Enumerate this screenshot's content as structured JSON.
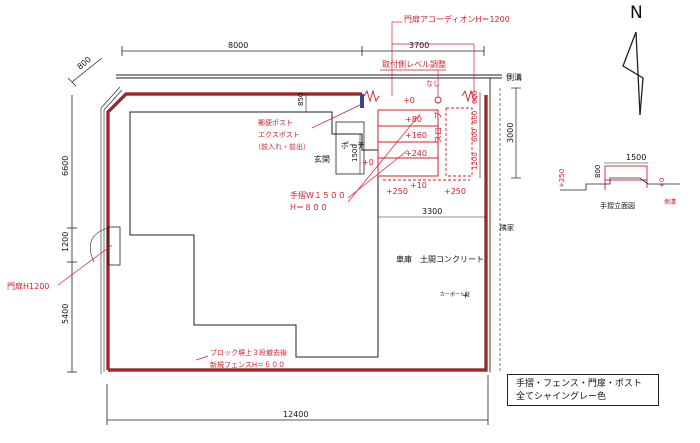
{
  "north": "N",
  "dims": {
    "top_left": "8000",
    "top_right": "3700",
    "corner": "800",
    "left_top": "6600",
    "left_mid": "1200",
    "left_bottom": "5400",
    "bottom": "12400",
    "d850": "850",
    "d1500": "1500",
    "d3300": "3300",
    "d3000": "3000",
    "s600a": "600",
    "s600b": "600",
    "s600c": "600",
    "s1200": "1200"
  },
  "labels": {
    "road": "側溝",
    "neighbor": "隣家",
    "porch": "ポーチ",
    "entrance": "玄関",
    "slope": "スロープ",
    "garage": "車庫　土間コンクリート",
    "carport": "カーポート柱",
    "hand_on": "なし"
  },
  "levels": {
    "l0": "+0",
    "l80": "+80",
    "l160": "+160",
    "l240": "+240",
    "l10": "+10",
    "l250a": "+250",
    "l250b": "+250",
    "l0b": "+0"
  },
  "annotations": {
    "gate_accordion": "門扉アコーディオンH＝1200",
    "level_adjust": "取付側レベル調整",
    "post_1": "郵便ポスト",
    "post_2": "エクスポスト",
    "post_3": "（前入れ・前出）",
    "rail_1": "手摺W１５００",
    "rail_2": "H＝８００",
    "gate_left": "門扉H1200",
    "fence_1": "ブロック塀上３段撤去後",
    "fence_2": "新規フェンスH＝６００"
  },
  "elevation": {
    "title": "手摺立面図",
    "w": "1500",
    "h": "800",
    "l250": "+250",
    "l0": "+0",
    "road": "側溝"
  },
  "note": {
    "line1": "手摺・フェンス・門扉・ポスト",
    "line2": "全てシャイングレー色"
  },
  "colors": {
    "accent_red": "#d81e2a",
    "line": "#222222"
  }
}
